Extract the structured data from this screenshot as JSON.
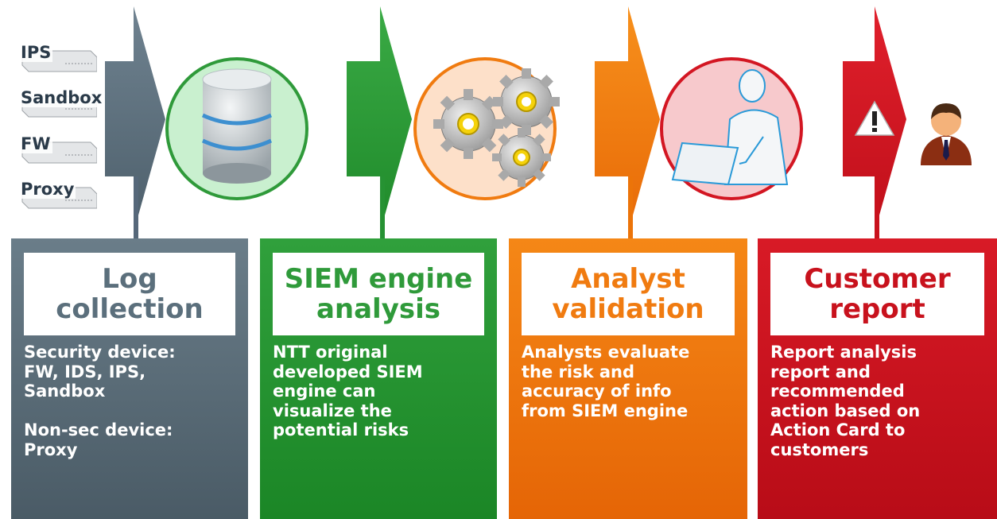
{
  "colors": {
    "log": "#5b6f7c",
    "siem": "#2f9a3a",
    "analyst": "#f07b10",
    "report": "#d31622",
    "siem_circle_fill": "#c9f0cf",
    "analyst_circle_fill": "#fde0c9",
    "report_circle_fill": "#f7c9cc"
  },
  "devices": [
    {
      "label": "IPS"
    },
    {
      "label": "Sandbox"
    },
    {
      "label": "FW"
    },
    {
      "label": "Proxy"
    }
  ],
  "icons": {
    "database": "database-icon",
    "gears": "gears-icon",
    "analyst": "analyst-at-laptop-icon",
    "warning": "warning-icon",
    "customer": "customer-person-icon"
  },
  "stages": [
    {
      "id": "log",
      "title": "Log\ncollection",
      "description": "Security device:\nFW, IDS, IPS,\nSandbox\n\nNon-sec device:\nProxy"
    },
    {
      "id": "siem",
      "title": "SIEM engine\nanalysis",
      "description": "NTT original\ndeveloped SIEM\nengine can\nvisualize the\npotential risks"
    },
    {
      "id": "analyst",
      "title": "Analyst\nvalidation",
      "description": "Analysts evaluate\nthe risk and\naccuracy of info\nfrom SIEM engine"
    },
    {
      "id": "report",
      "title": "Customer\nreport",
      "description": "Report analysis\nreport and\nrecommended\naction based on\nAction Card to\ncustomers"
    }
  ]
}
